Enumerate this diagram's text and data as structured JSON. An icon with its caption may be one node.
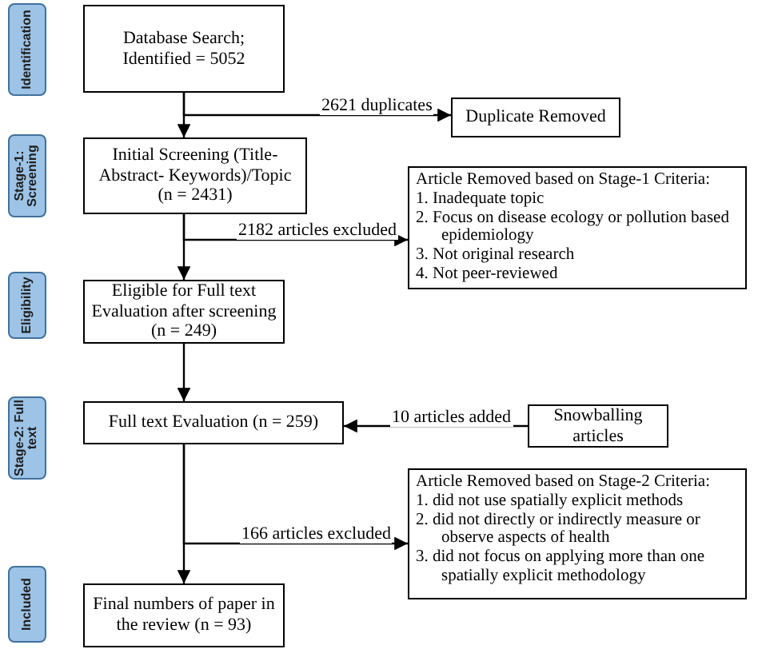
{
  "diagram": {
    "nodes": [
      {
        "text": [
          "Database Search; Identified = 5052"
        ]
      },
      {
        "text": [
          "Duplicate Removed"
        ]
      },
      {
        "text": [
          "Initial Screening (Title-Abstract- Keywords)/Topic (n = 2431)"
        ]
      },
      {
        "text": [
          "Article Removed based on Stage-1 Criteria:",
          "1. Inadequate topic",
          "2. Focus on disease ecology or pollution based epidemiology",
          "3. Not original research",
          "4. Not peer-reviewed"
        ]
      },
      {
        "text": [
          "Eligible for Full text Evaluation after screening (n = 249)"
        ]
      },
      {
        "text": [
          "Full text Evaluation (n = 259)"
        ]
      },
      {
        "text": [
          "Snowballing articles"
        ]
      },
      {
        "text": [
          "Article Removed based on Stage-2 Criteria:",
          "1. did not use spatially explicit methods",
          "2. did not directly or indirectly measure or observe aspects of health",
          "3. did not focus on applying more than one spatially explicit methodology"
        ]
      },
      {
        "text": [
          "Final numbers of paper in the review (n = 93)"
        ]
      },
      {
        "text": [
          "Identification"
        ]
      },
      {
        "text": [
          "Stage-1: Screening"
        ]
      },
      {
        "text": [
          "Eligibility"
        ]
      },
      {
        "text": [
          "Stage-2: Full text"
        ]
      },
      {
        "text": [
          "Included"
        ]
      }
    ],
    "edges": [
      {
        "from": 0,
        "to": 2,
        "arrow": "to"
      },
      {
        "from": 0,
        "to": 1,
        "arrow": "to",
        "label": "2621 duplicates"
      },
      {
        "from": 2,
        "to": 4,
        "arrow": "to"
      },
      {
        "from": 2,
        "to": 3,
        "arrow": "to",
        "label": "2182 articles excluded"
      },
      {
        "from": 4,
        "to": 5,
        "arrow": "to"
      },
      {
        "from": 6,
        "to": 5,
        "arrow": "to",
        "label": "10 articles added"
      },
      {
        "from": 5,
        "to": 8,
        "arrow": "to"
      },
      {
        "from": 5,
        "to": 7,
        "arrow": "to",
        "label": "166 articles excluded"
      }
    ]
  }
}
